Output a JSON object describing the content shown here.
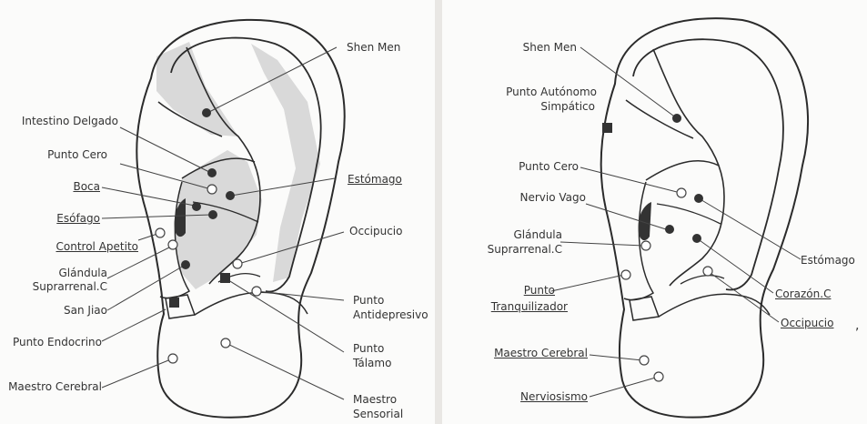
{
  "left": {
    "labels": {
      "shen_men": "Shen Men",
      "intestino_delgado": "Intestino Delgado",
      "punto_cero": "Punto Cero",
      "boca": "Boca",
      "esofago": "Esófago",
      "control_apetito": "Control Apetito",
      "glandula_1": "Glándula",
      "glandula_2": "Suprarrenal.C",
      "san_jiao": "San Jiao",
      "punto_endocrino": "Punto Endocrino",
      "maestro_cerebral": "Maestro Cerebral",
      "estomago": "Estómago",
      "occipucio": "Occipucio",
      "antidepresivo_1": "Punto",
      "antidepresivo_2": "Antidepresivo",
      "talamo_1": "Punto",
      "talamo_2": "Tálamo",
      "sensorial_1": "Maestro",
      "sensorial_2": "Sensorial"
    }
  },
  "right": {
    "labels": {
      "shen_men": "Shen Men",
      "autonomo_1": "Punto Autónomo",
      "autonomo_2": "Simpático",
      "punto_cero": "Punto Cero",
      "nervio_vago": "Nervio Vago",
      "glandula_1": "Glándula",
      "glandula_2": "Suprarrenal.C",
      "tranquilizador_1": "Punto",
      "tranquilizador_2": "Tranquilizador",
      "maestro_cerebral": "Maestro Cerebral",
      "nerviosismo": "Nerviosismo",
      "estomago": "Estómago",
      "corazon": "Corazón.C",
      "occipucio": "Occipucio"
    },
    "trailing_mark": ","
  },
  "colors": {
    "outline": "#2b2b2b",
    "shade": "#d9d9d9",
    "dot": "#333333",
    "leader": "#444444"
  }
}
